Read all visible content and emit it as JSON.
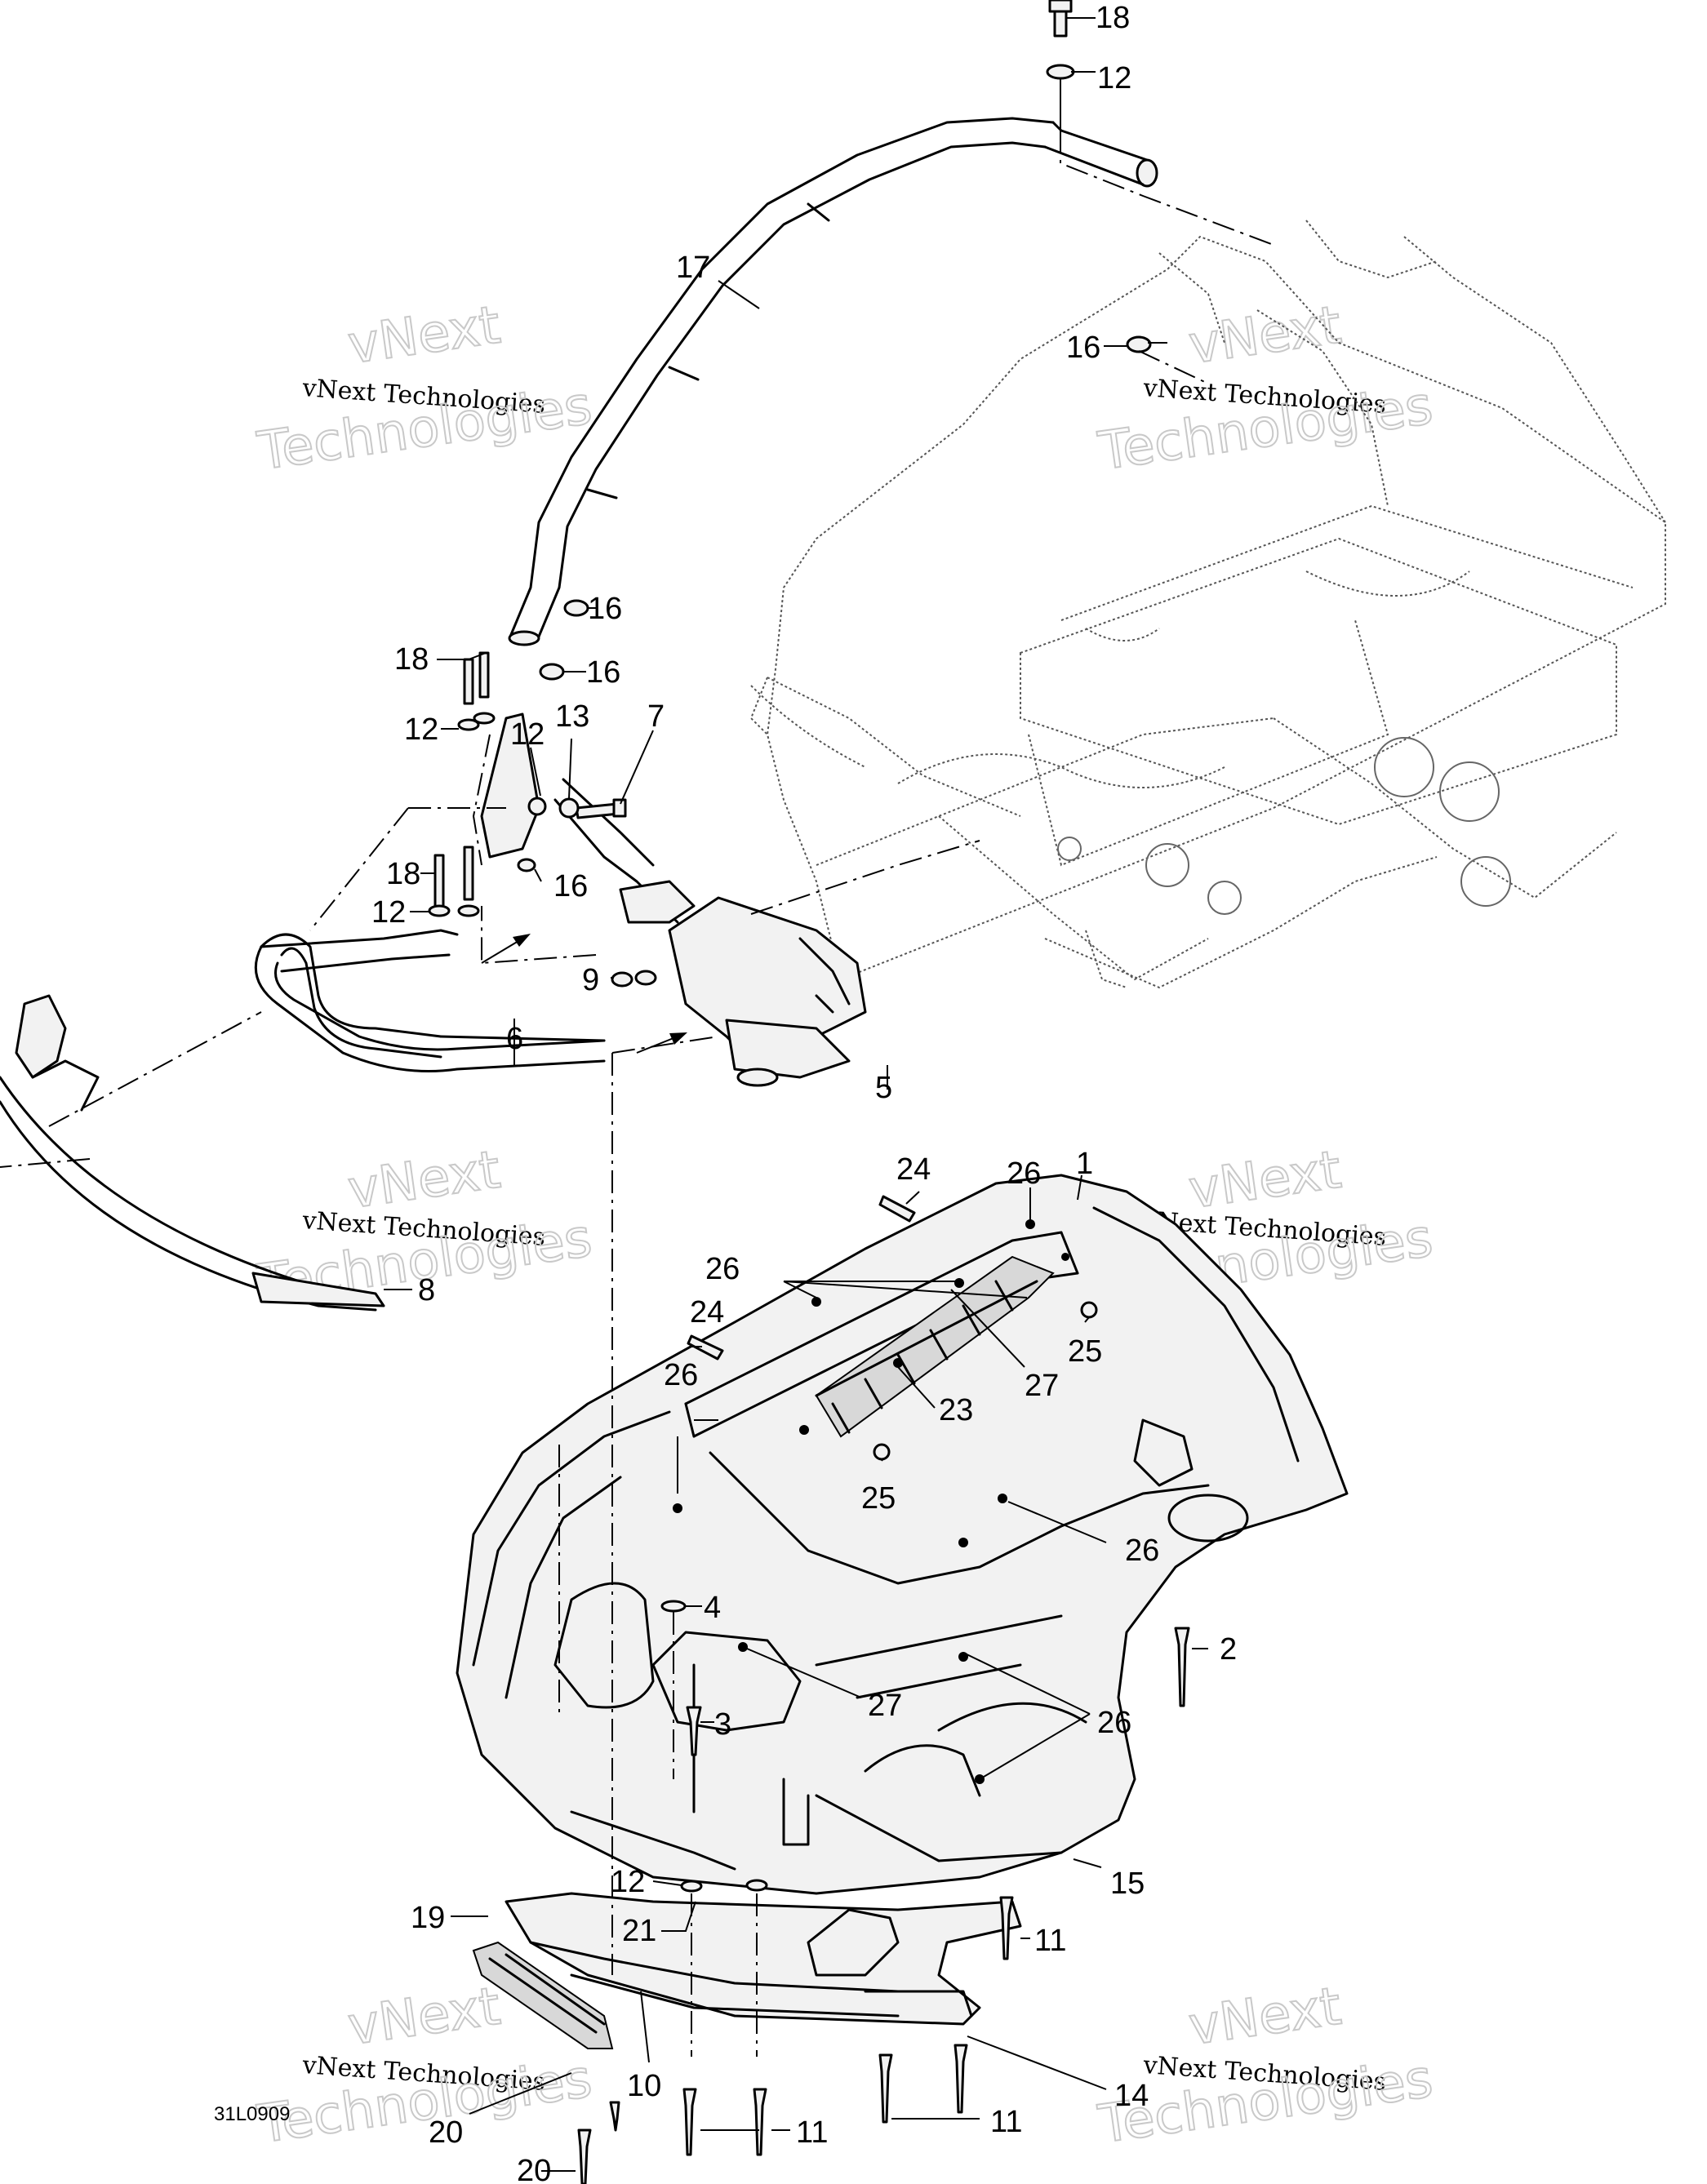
{
  "drawing_code": "31L0909",
  "watermark": {
    "line1": "vNext",
    "line2": "vNext Technologies",
    "line3": "Technologies"
  },
  "callouts": [
    {
      "id": "c18-top",
      "text": "18"
    },
    {
      "id": "c12-top",
      "text": "12"
    },
    {
      "id": "c17",
      "text": "17"
    },
    {
      "id": "c16-right",
      "text": "16"
    },
    {
      "id": "c16-a",
      "text": "16"
    },
    {
      "id": "c16-b",
      "text": "16"
    },
    {
      "id": "c18-mid",
      "text": "18"
    },
    {
      "id": "c12-a",
      "text": "12"
    },
    {
      "id": "c12-b",
      "text": "12"
    },
    {
      "id": "c13",
      "text": "13"
    },
    {
      "id": "c7",
      "text": "7"
    },
    {
      "id": "c18-low",
      "text": "18"
    },
    {
      "id": "c16-c",
      "text": "16"
    },
    {
      "id": "c12-c",
      "text": "12"
    },
    {
      "id": "c9",
      "text": "9"
    },
    {
      "id": "c6",
      "text": "6"
    },
    {
      "id": "c5",
      "text": "5"
    },
    {
      "id": "c26-a",
      "text": "26"
    },
    {
      "id": "c1",
      "text": "1"
    },
    {
      "id": "c24-a",
      "text": "24"
    },
    {
      "id": "c8",
      "text": "8"
    },
    {
      "id": "c26-b",
      "text": "26"
    },
    {
      "id": "c24-b",
      "text": "24"
    },
    {
      "id": "c25-a",
      "text": "25"
    },
    {
      "id": "c27-a",
      "text": "27"
    },
    {
      "id": "c26-c",
      "text": "26"
    },
    {
      "id": "c23",
      "text": "23"
    },
    {
      "id": "c25-b",
      "text": "25"
    },
    {
      "id": "c26-d",
      "text": "26"
    },
    {
      "id": "c4",
      "text": "4"
    },
    {
      "id": "c2",
      "text": "2"
    },
    {
      "id": "c27-b",
      "text": "27"
    },
    {
      "id": "c3",
      "text": "3"
    },
    {
      "id": "c26-e",
      "text": "26"
    },
    {
      "id": "c15",
      "text": "15"
    },
    {
      "id": "c12-d",
      "text": "12"
    },
    {
      "id": "c21",
      "text": "21"
    },
    {
      "id": "c19",
      "text": "19"
    },
    {
      "id": "c11-a",
      "text": "11"
    },
    {
      "id": "c14",
      "text": "14"
    },
    {
      "id": "c10",
      "text": "10"
    },
    {
      "id": "c20-a",
      "text": "20"
    },
    {
      "id": "c11-b",
      "text": "11"
    },
    {
      "id": "c11-c",
      "text": "11"
    },
    {
      "id": "c20-b",
      "text": "20"
    }
  ]
}
